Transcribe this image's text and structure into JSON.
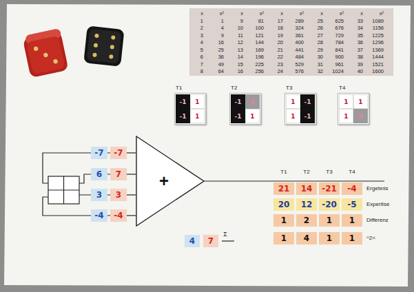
{
  "diagram": {
    "nodes": [
      {
        "text": [
          "x",
          "x²",
          "1",
          "1",
          "2",
          "4",
          "3",
          "9",
          "4",
          "16",
          "5",
          "25",
          "6",
          "36",
          "7",
          "49",
          "8",
          "64",
          "x",
          "x²",
          "9",
          "81",
          "10",
          "100",
          "11",
          "121",
          "12",
          "144",
          "13",
          "169",
          "14",
          "196",
          "15",
          "225",
          "16",
          "256",
          "x",
          "x²",
          "17",
          "289",
          "18",
          "324",
          "19",
          "361",
          "20",
          "400",
          "21",
          "441",
          "22",
          "484",
          "23",
          "529",
          "24",
          "576",
          "x",
          "x²",
          "25",
          "625",
          "26",
          "676",
          "27",
          "729",
          "28",
          "784",
          "29",
          "841",
          "30",
          "900",
          "31",
          "961",
          "32",
          "1024",
          "x",
          "x²",
          "33",
          "1089",
          "34",
          "1156",
          "35",
          "1225",
          "36",
          "1296",
          "37",
          "1369",
          "38",
          "1444",
          "39",
          "1521",
          "40",
          "1600"
        ]
      },
      {
        "text": [
          "T1"
        ]
      },
      {
        "text": [
          "-1"
        ],
        "in": 1
      },
      {
        "text": [
          "1"
        ],
        "in": 1
      },
      {
        "text": [
          "-1"
        ],
        "in": 1
      },
      {
        "text": [
          "1"
        ],
        "in": 1
      },
      {
        "text": [
          "T2"
        ]
      },
      {
        "text": [
          "-1"
        ],
        "in": 6
      },
      {
        "text": [
          "0"
        ],
        "in": 6
      },
      {
        "text": [
          "-1"
        ],
        "in": 6
      },
      {
        "text": [
          "1"
        ],
        "in": 6
      },
      {
        "text": [
          "T3"
        ]
      },
      {
        "text": [
          "1"
        ],
        "in": 11
      },
      {
        "text": [
          "-1"
        ],
        "in": 11
      },
      {
        "text": [
          "1"
        ],
        "in": 11
      },
      {
        "text": [
          "-1"
        ],
        "in": 11
      },
      {
        "text": [
          "T4"
        ]
      },
      {
        "text": [
          "1"
        ],
        "in": 16
      },
      {
        "text": [
          "1"
        ],
        "in": 16
      },
      {
        "text": [
          "1"
        ],
        "in": 16
      },
      {
        "text": [
          "0"
        ],
        "in": 16
      },
      {
        "text": [
          "-7"
        ]
      },
      {
        "text": [
          "-7"
        ]
      },
      {
        "text": [
          "6"
        ]
      },
      {
        "text": [
          "7"
        ]
      },
      {
        "text": [
          "3"
        ]
      },
      {
        "text": [
          "3"
        ]
      },
      {
        "text": [
          "-4"
        ]
      },
      {
        "text": [
          "-4"
        ]
      },
      {
        "text": [
          "+"
        ]
      },
      {
        "text": [
          "21"
        ]
      },
      {
        "text": [
          "14"
        ]
      },
      {
        "text": [
          "-21"
        ]
      },
      {
        "text": [
          "-4"
        ]
      },
      {
        "text": [
          "20"
        ]
      },
      {
        "text": [
          "12"
        ]
      },
      {
        "text": [
          "-20"
        ]
      },
      {
        "text": [
          "-5"
        ]
      },
      {
        "text": [
          "1"
        ]
      },
      {
        "text": [
          "2"
        ]
      },
      {
        "text": [
          "1"
        ]
      },
      {
        "text": [
          "1"
        ]
      },
      {
        "text": [
          "1"
        ]
      },
      {
        "text": [
          "4"
        ]
      },
      {
        "text": [
          "1"
        ]
      },
      {
        "text": [
          "1"
        ]
      },
      {
        "text": [
          "4"
        ]
      },
      {
        "text": [
          "7"
        ]
      }
    ],
    "edges": [
      {
        "from": 22,
        "to": 29,
        "arrow": "none"
      },
      {
        "from": 24,
        "to": 29,
        "arrow": "none"
      },
      {
        "from": 26,
        "to": 29,
        "arrow": "none"
      },
      {
        "from": 28,
        "to": 29,
        "arrow": "none"
      }
    ],
    "labels": [
      "T1",
      "T2",
      "T3",
      "T4",
      "Ergebnis",
      "Expertise",
      "Differenz",
      "^2=",
      "Σ"
    ]
  }
}
